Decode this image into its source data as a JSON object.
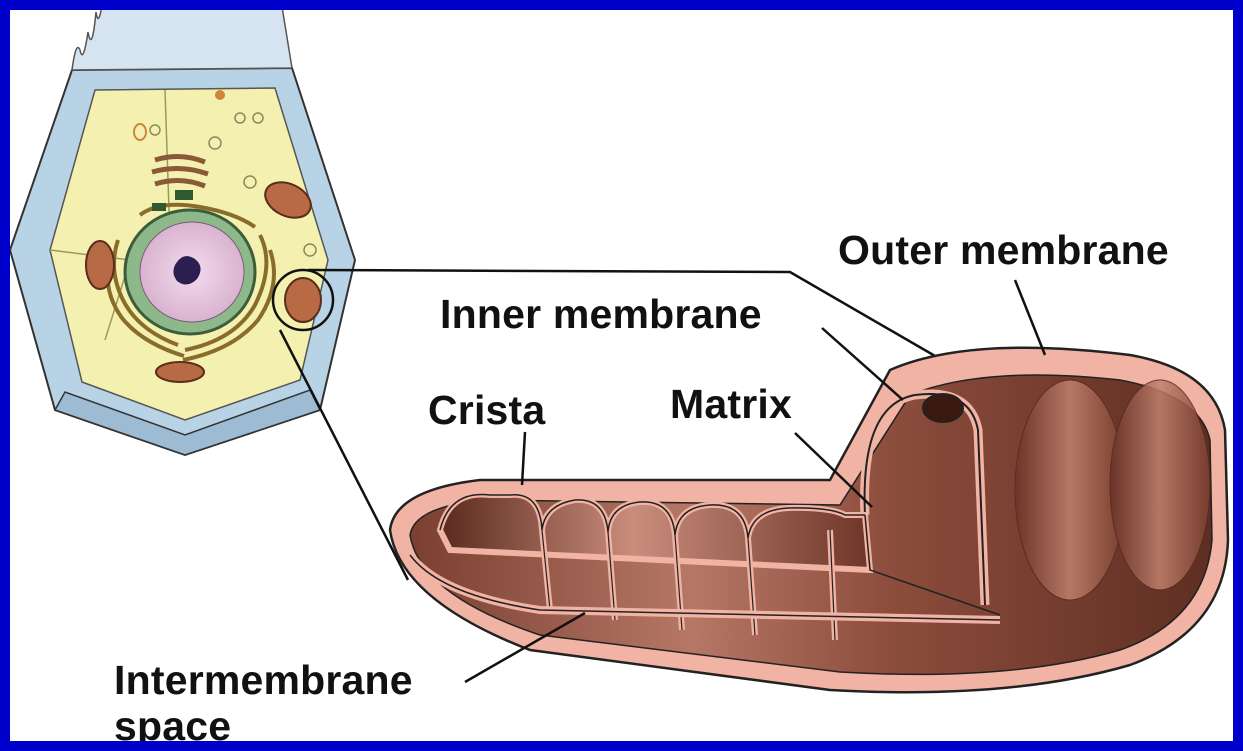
{
  "colors": {
    "border": "#0000cc",
    "background": "#ffffff",
    "outer_membrane": "#f1b3a4",
    "mitochondrion_body": "#9a5a48",
    "cell_cytoplasm": "#f4f1b0",
    "cell_membrane": "#b9d3e6",
    "nucleus": "#e6c6df"
  },
  "labels": {
    "outer_membrane": "Outer membrane",
    "inner_membrane": "Inner membrane",
    "crista": "Crista",
    "matrix": "Matrix",
    "intermembrane_line1": "Intermembrane",
    "intermembrane_line2": "space"
  }
}
